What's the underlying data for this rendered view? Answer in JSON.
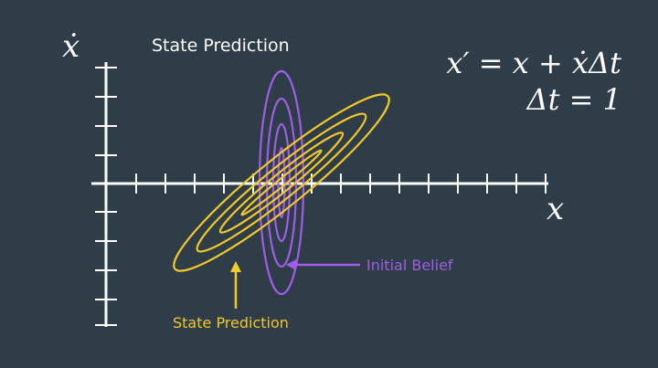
{
  "title": "State Prediction",
  "axes": {
    "y_label": "ẋ",
    "x_label": "x"
  },
  "equations": {
    "line1": "x′ = x + ẋΔt",
    "line2": "Δt = 1"
  },
  "labels": {
    "initial_belief": "Initial Belief",
    "state_prediction": "State Prediction"
  },
  "colors": {
    "background": "#2e3d48",
    "axis": "#ffffff",
    "initial_belief": "#a05de6",
    "state_prediction": "#f1c829"
  }
}
